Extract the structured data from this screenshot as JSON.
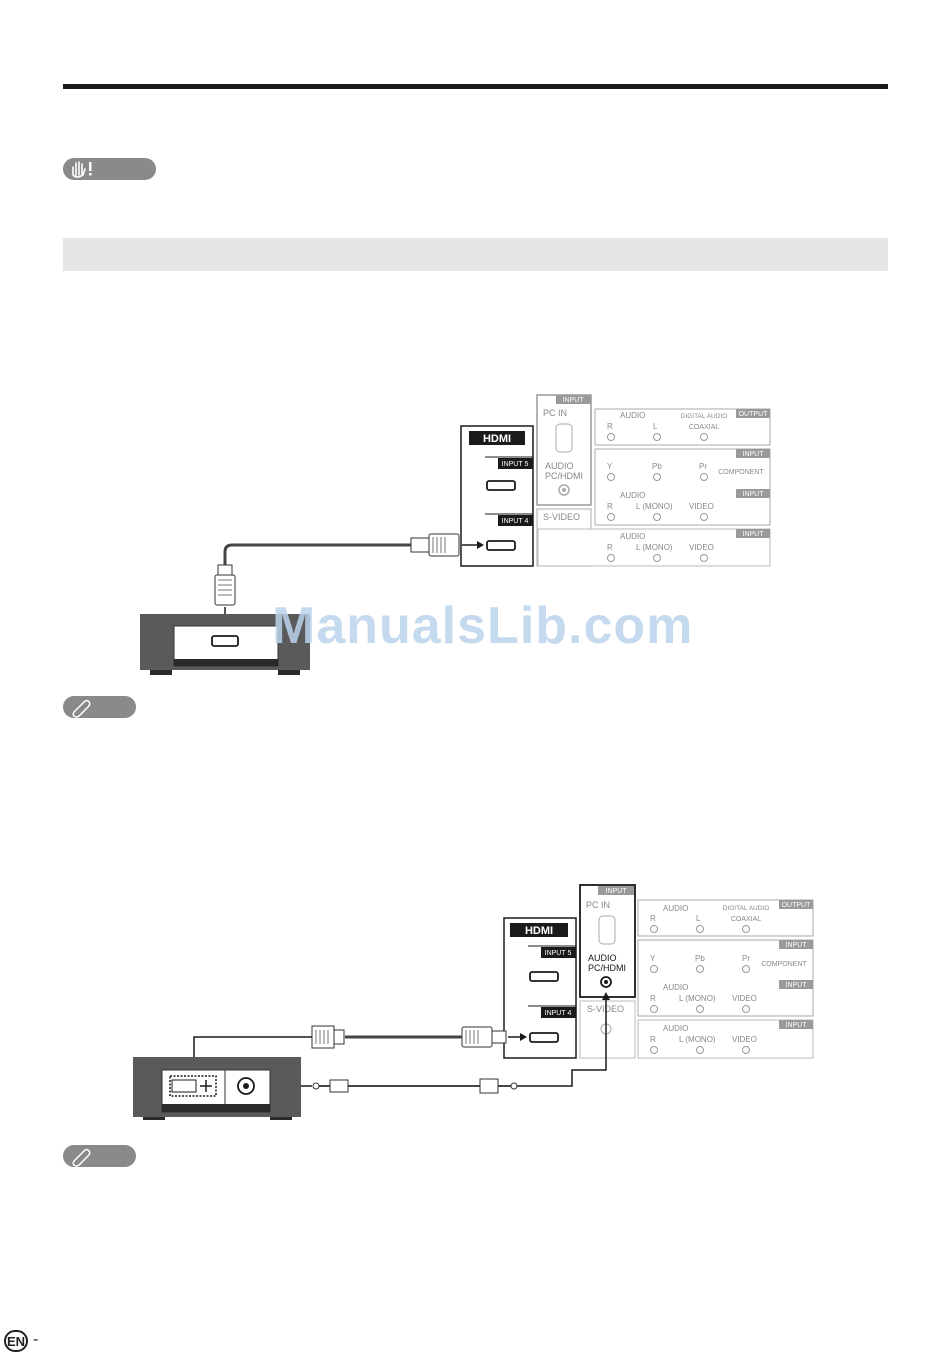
{
  "page": {
    "en_label": "EN",
    "en_dash": "-",
    "watermark": "ManualsLib.com"
  },
  "panel": {
    "hdmi_logo": "HDMI",
    "input5": "INPUT 5",
    "input4": "INPUT 4",
    "pc_in_header": "INPUT",
    "pc_in": "PC  IN",
    "audio_pc_hdmi_1": "AUDIO",
    "audio_pc_hdmi_2": "PC/HDMI",
    "svideo": "S-VIDEO",
    "audio": "AUDIO",
    "r": "R",
    "l": "L",
    "l_mono": "L (MONO)",
    "video": "VIDEO",
    "digital_audio_1": "DIGITAL AUDIO",
    "digital_audio_2": "COAXIAL",
    "output": "OUTPUT",
    "input": "INPUT",
    "y": "Y",
    "pb": "Pb",
    "pr": "Pr",
    "component": "COMPONENT"
  },
  "colors": {
    "dark": "#1a1a1a",
    "panel_gray": "#9a9a9a",
    "device_body": "#5a5a5a",
    "band": "#e6e6e6",
    "watermark": "#bcd4ec"
  },
  "icons": {
    "caution": "hand-stop-icon",
    "note": "paperclip-icon"
  }
}
